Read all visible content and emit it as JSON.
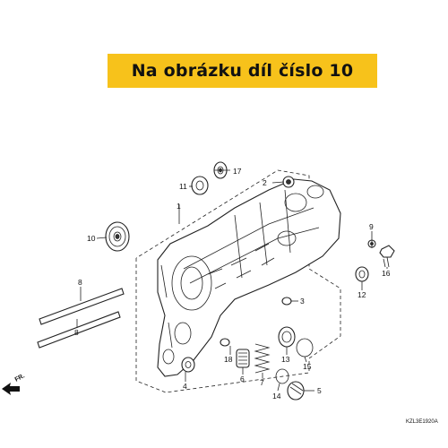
{
  "banner": {
    "text": "Na obrázku díl číslo 10"
  },
  "diagram": {
    "callouts": [
      "1",
      "2",
      "3",
      "4",
      "5",
      "6",
      "7",
      "8",
      "8",
      "9",
      "10",
      "11",
      "12",
      "13",
      "14",
      "15",
      "16",
      "17",
      "18"
    ],
    "direction_label": "FR.",
    "figure_code": "KZL3E1920A"
  },
  "colors": {
    "banner_bg": "#f7c21b",
    "ink": "#222222"
  }
}
